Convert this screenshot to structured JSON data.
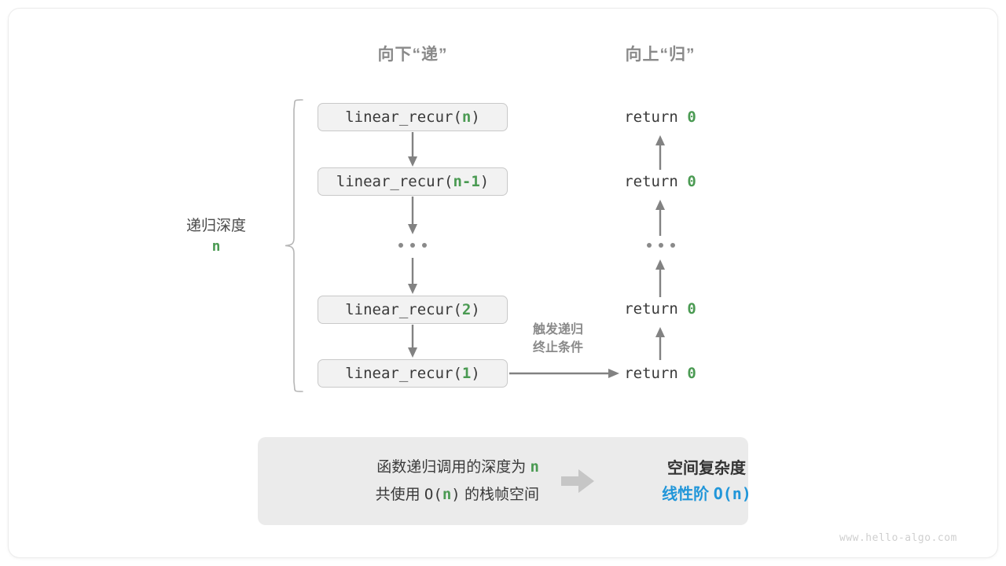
{
  "diagram": {
    "columns": {
      "descend_header": "向下“递”",
      "ascend_header": "向上“归”"
    },
    "depth_label": {
      "text": "递归深度",
      "value": "n"
    },
    "calls": [
      {
        "prefix": "linear_recur(",
        "arg": "n",
        "suffix": ")"
      },
      {
        "prefix": "linear_recur(",
        "arg": "n-1",
        "suffix": ")"
      },
      {
        "prefix": "linear_recur(",
        "arg": "2",
        "suffix": ")"
      },
      {
        "prefix": "linear_recur(",
        "arg": "1",
        "suffix": ")"
      }
    ],
    "call_ellipsis": "• • •",
    "returns": [
      {
        "keyword": "return",
        "value": "0"
      },
      {
        "keyword": "return",
        "value": "0"
      },
      {
        "keyword": "return",
        "value": "0"
      },
      {
        "keyword": "return",
        "value": "0"
      }
    ],
    "return_ellipsis": "• • •",
    "trigger_note": {
      "line1": "触发递归",
      "line2": "终止条件"
    }
  },
  "summary": {
    "line1_a": "函数递归调用的深度为 ",
    "line1_n": "n",
    "line2_a": "共使用 ",
    "line2_b": "O(",
    "line2_n": "n",
    "line2_c": ")",
    "line2_d": " 的栈帧空间",
    "title": "空间复杂度",
    "value_text": "线性阶 ",
    "value_formula": "O(n)"
  },
  "watermark": "www.hello-algo.com",
  "colors": {
    "accent_green": "#4a9a52",
    "accent_blue": "#2196d9",
    "arrow_gray": "#828282",
    "box_fill": "#f2f2f2",
    "box_border": "#c9c9c9",
    "panel_fill": "#ebebeb",
    "header_gray": "#8a8a8a"
  }
}
